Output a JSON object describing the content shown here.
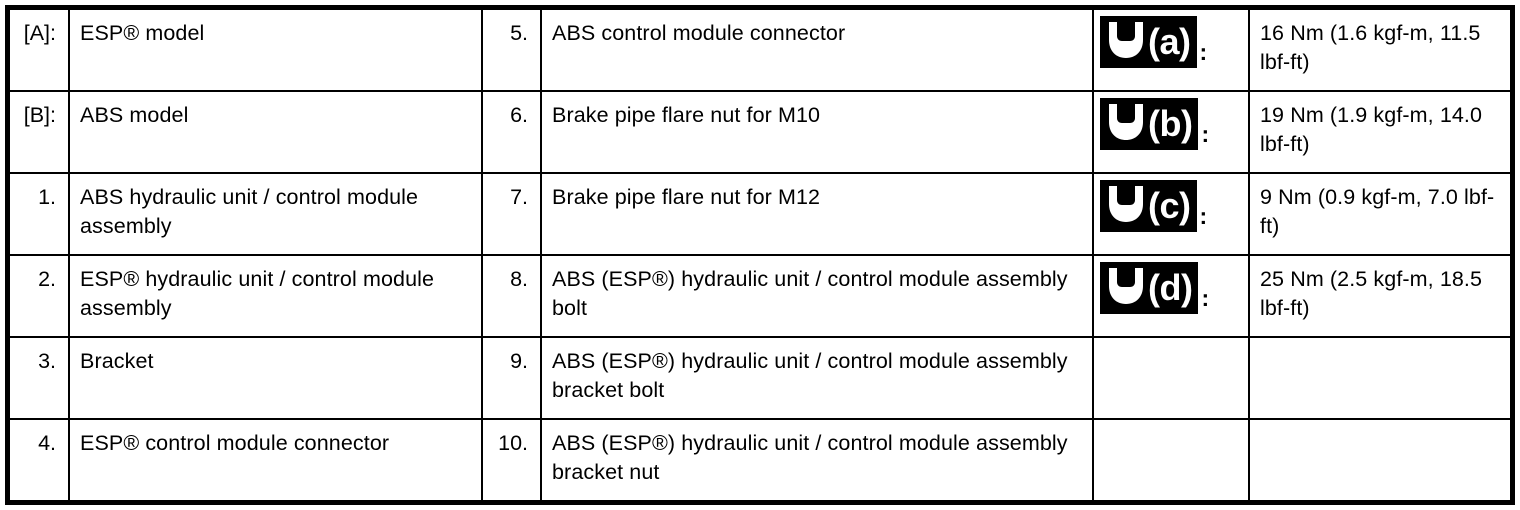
{
  "table": {
    "caption_type": "component-legend-and-torque-specification",
    "columns": [
      "item-key-left",
      "item-description-left",
      "item-key-right",
      "item-description-right",
      "torque-symbol",
      "torque-value"
    ],
    "rows": [
      {
        "left_key": "[A]:",
        "left_desc": "ESP® model",
        "right_key": "5.",
        "right_desc": "ABS control module connector",
        "icon": {
          "name": "torque-wrench-icon",
          "letter": "(a)",
          "suffix": ":"
        },
        "torque": "16 Nm (1.6 kgf-m, 11.5 lbf-ft)"
      },
      {
        "left_key": "[B]:",
        "left_desc": "ABS model",
        "right_key": "6.",
        "right_desc": "Brake pipe flare nut for M10",
        "icon": {
          "name": "torque-wrench-icon",
          "letter": "(b)",
          "suffix": ":"
        },
        "torque": "19 Nm (1.9 kgf-m, 14.0 lbf-ft)"
      },
      {
        "left_key": "1.",
        "left_desc": "ABS hydraulic unit / control module assembly",
        "right_key": "7.",
        "right_desc": "Brake pipe flare nut for M12",
        "icon": {
          "name": "torque-wrench-icon",
          "letter": "(c)",
          "suffix": ":"
        },
        "torque": "9 Nm (0.9 kgf-m, 7.0 lbf-ft)"
      },
      {
        "left_key": "2.",
        "left_desc": "ESP® hydraulic unit / control module assembly",
        "right_key": "8.",
        "right_desc": "ABS (ESP®) hydraulic unit / control module assembly bolt",
        "icon": {
          "name": "torque-wrench-icon",
          "letter": "(d)",
          "suffix": ":"
        },
        "torque": "25 Nm (2.5 kgf-m, 18.5 lbf-ft)"
      },
      {
        "left_key": "3.",
        "left_desc": "Bracket",
        "right_key": "9.",
        "right_desc": "ABS (ESP®) hydraulic unit / control module assembly bracket bolt",
        "icon": null,
        "torque": ""
      },
      {
        "left_key": "4.",
        "left_desc": "ESP® control module connector",
        "right_key": "10.",
        "right_desc": "ABS (ESP®) hydraulic unit / control module assembly bracket nut",
        "icon": null,
        "torque": ""
      }
    ]
  },
  "style": {
    "border_color": "#000000",
    "background": "#ffffff",
    "text_color": "#000000",
    "badge_background": "#000000",
    "badge_foreground": "#ffffff"
  }
}
